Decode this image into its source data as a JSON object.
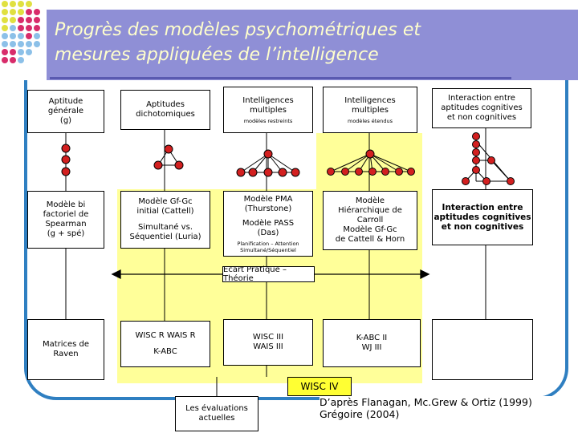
{
  "title": {
    "line1": "Progrès des modèles psychométriques et",
    "line2": "mesures appliquées de l’intelligence"
  },
  "row1": {
    "c1": [
      "Aptitude",
      "générale",
      "(g)"
    ],
    "c2": [
      "Aptitudes",
      "dichotomiques"
    ],
    "c3": {
      "lines": [
        "Intelligences",
        "multiples"
      ],
      "sub": "modèles restreints"
    },
    "c4": {
      "lines": [
        "Intelligences",
        "multiples"
      ],
      "sub": "modèles étendus"
    },
    "c5": [
      "Interaction entre",
      "aptitudes cognitives",
      "et non cognitives"
    ]
  },
  "row2": {
    "c1": [
      "Modèle bi",
      "factoriel de",
      "Spearman",
      "(g + spé)"
    ],
    "c2": {
      "a": [
        "Modèle Gf-Gc",
        "initial (Cattell)"
      ],
      "b": [
        "Simultané vs.",
        "Séquentiel (Luria)"
      ]
    },
    "c3": {
      "a": [
        "Modèle PMA",
        "(Thurstone)"
      ],
      "b": [
        "Modèle PASS",
        "(Das)"
      ],
      "c": [
        "Planification – Attention",
        "Simultané/Séquentiel"
      ]
    },
    "c4": [
      "Modèle",
      "Hiérarchique de",
      "Carroll",
      "Modèle Gf-Gc",
      "de Cattell & Horn"
    ],
    "c5": [
      "Interaction entre",
      "aptitudes cognitives",
      "et non cognitives"
    ]
  },
  "banner": "Ecart Pratique –Théorie",
  "row3": {
    "c1": [
      "Matrices de",
      "Raven"
    ],
    "c2": {
      "a": "WISC R WAIS R",
      "b": "K-ABC"
    },
    "c3": [
      "WISC III",
      "WAIS III"
    ],
    "c4": [
      "K-ABC II",
      "WJ III"
    ]
  },
  "wisc4": "WISC IV",
  "current": [
    "Les évaluations",
    "actuelles"
  ],
  "citation": [
    "D’après Flanagan, Mc.Grew & Ortiz (1999)",
    "Grégoire (2004)"
  ],
  "colors": {
    "title_bg": "#8f8fd6",
    "title_text": "#ffffcc",
    "frame": "#2f7fc1",
    "highlight": "#ffff99",
    "node": "#d32020",
    "wisc4": "#ffff33"
  }
}
